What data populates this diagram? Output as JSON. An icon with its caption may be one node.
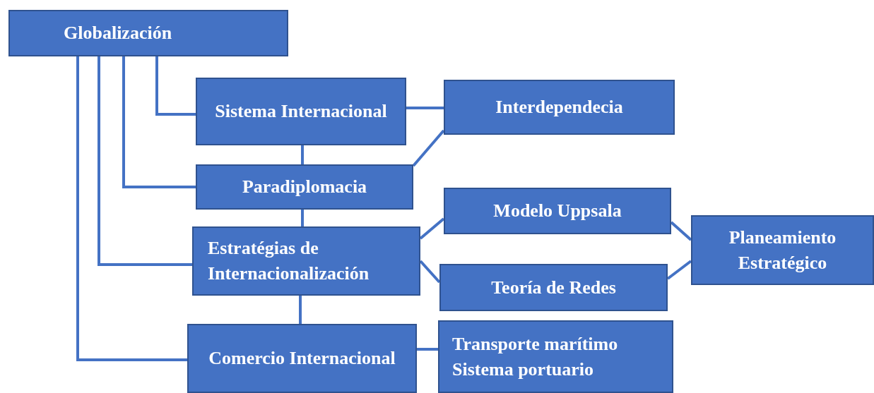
{
  "diagram": {
    "nodes": [
      {
        "text": [
          "Globalización"
        ]
      },
      {
        "text": [
          "Sistema Internacional"
        ]
      },
      {
        "text": [
          "Interdependecia"
        ]
      },
      {
        "text": [
          "Paradiplomacia"
        ]
      },
      {
        "text": [
          "Estratégias de Internacionalización"
        ]
      },
      {
        "text": [
          "Modelo Uppsala"
        ]
      },
      {
        "text": [
          "Teoría de Redes"
        ]
      },
      {
        "text": [
          "Planeamiento Estratégico"
        ]
      },
      {
        "text": [
          "Comercio Internacional"
        ]
      },
      {
        "text": [
          "Transporte marítimo Sistema portuario"
        ]
      }
    ],
    "edges": [
      {
        "from": 0,
        "to": 1,
        "arrow": "none"
      },
      {
        "from": 0,
        "to": 3,
        "arrow": "none"
      },
      {
        "from": 0,
        "to": 4,
        "arrow": "none"
      },
      {
        "from": 0,
        "to": 8,
        "arrow": "none"
      },
      {
        "from": 1,
        "to": 2,
        "arrow": "none"
      },
      {
        "from": 1,
        "to": 3,
        "arrow": "none"
      },
      {
        "from": 3,
        "to": 2,
        "arrow": "none"
      },
      {
        "from": 3,
        "to": 4,
        "arrow": "none"
      },
      {
        "from": 4,
        "to": 5,
        "arrow": "none"
      },
      {
        "from": 4,
        "to": 6,
        "arrow": "none"
      },
      {
        "from": 5,
        "to": 7,
        "arrow": "none"
      },
      {
        "from": 6,
        "to": 7,
        "arrow": "none"
      },
      {
        "from": 4,
        "to": 8,
        "arrow": "none"
      },
      {
        "from": 8,
        "to": 9,
        "arrow": "none"
      }
    ]
  }
}
